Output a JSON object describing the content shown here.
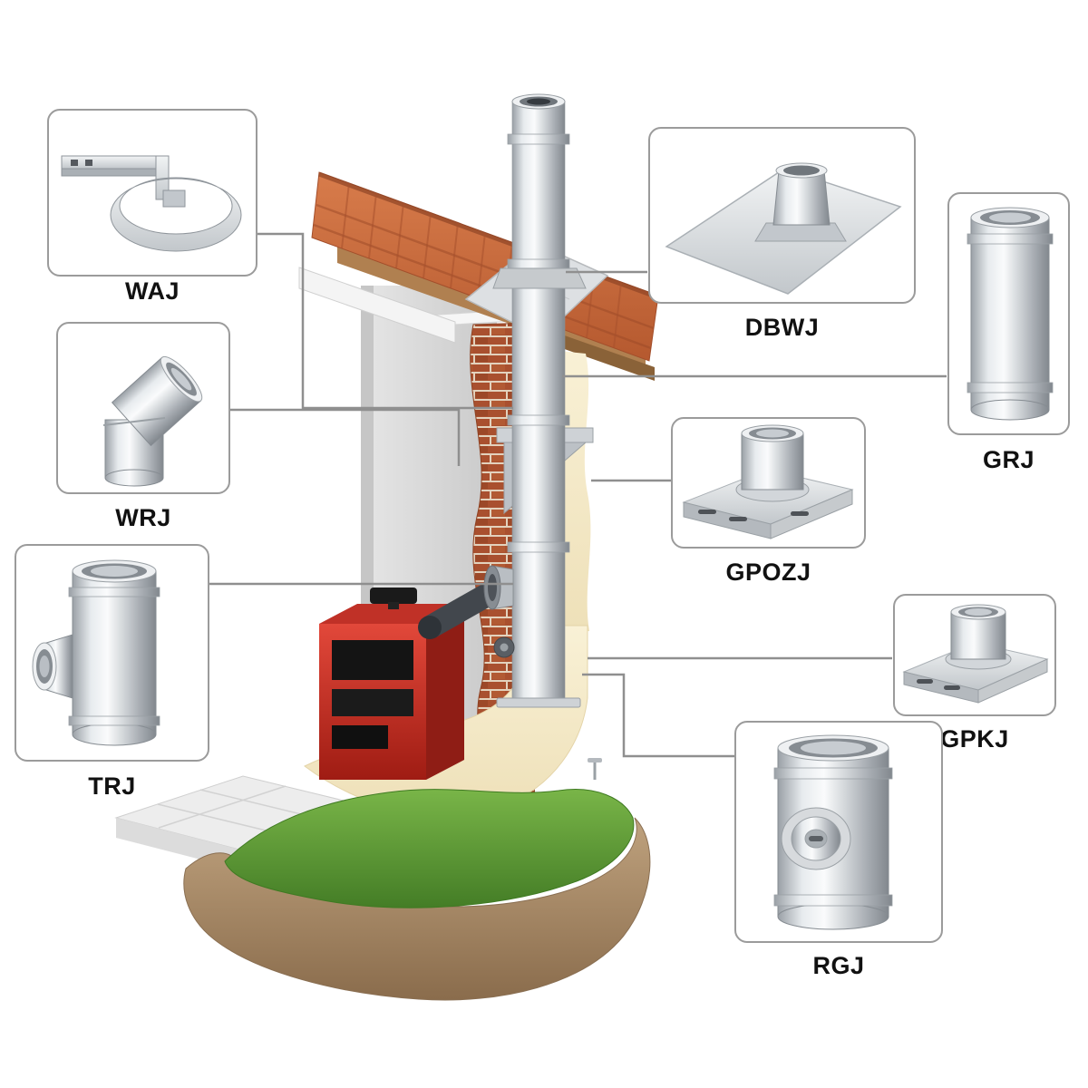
{
  "components": [
    {
      "id": "waj",
      "label": "WAJ",
      "icon": "wall-bracket-icon"
    },
    {
      "id": "wrj",
      "label": "WRJ",
      "icon": "45-degree-elbow-icon"
    },
    {
      "id": "trj",
      "label": "TRJ",
      "icon": "tee-piece-icon"
    },
    {
      "id": "dbwj",
      "label": "DBWJ",
      "icon": "roof-flashing-icon"
    },
    {
      "id": "grj",
      "label": "GRJ",
      "icon": "straight-pipe-icon"
    },
    {
      "id": "gpozj",
      "label": "GPOZJ",
      "icon": "wall-support-plate-icon"
    },
    {
      "id": "gpkj",
      "label": "GPKJ",
      "icon": "base-plate-icon"
    },
    {
      "id": "rgj",
      "label": "RGJ",
      "icon": "inspection-pipe-icon"
    }
  ],
  "colors": {
    "box_border": "#9b9b9b",
    "connector_line": "#8f8f8f",
    "label_text": "#111111",
    "steel": "#c7ccd1",
    "boiler_red": "#c5281c",
    "roof_tile": "#c96a3e",
    "brick": "#a9502f",
    "plaster": "#f6ecca",
    "grass": "#5f9c35",
    "soil": "#a3835f"
  }
}
